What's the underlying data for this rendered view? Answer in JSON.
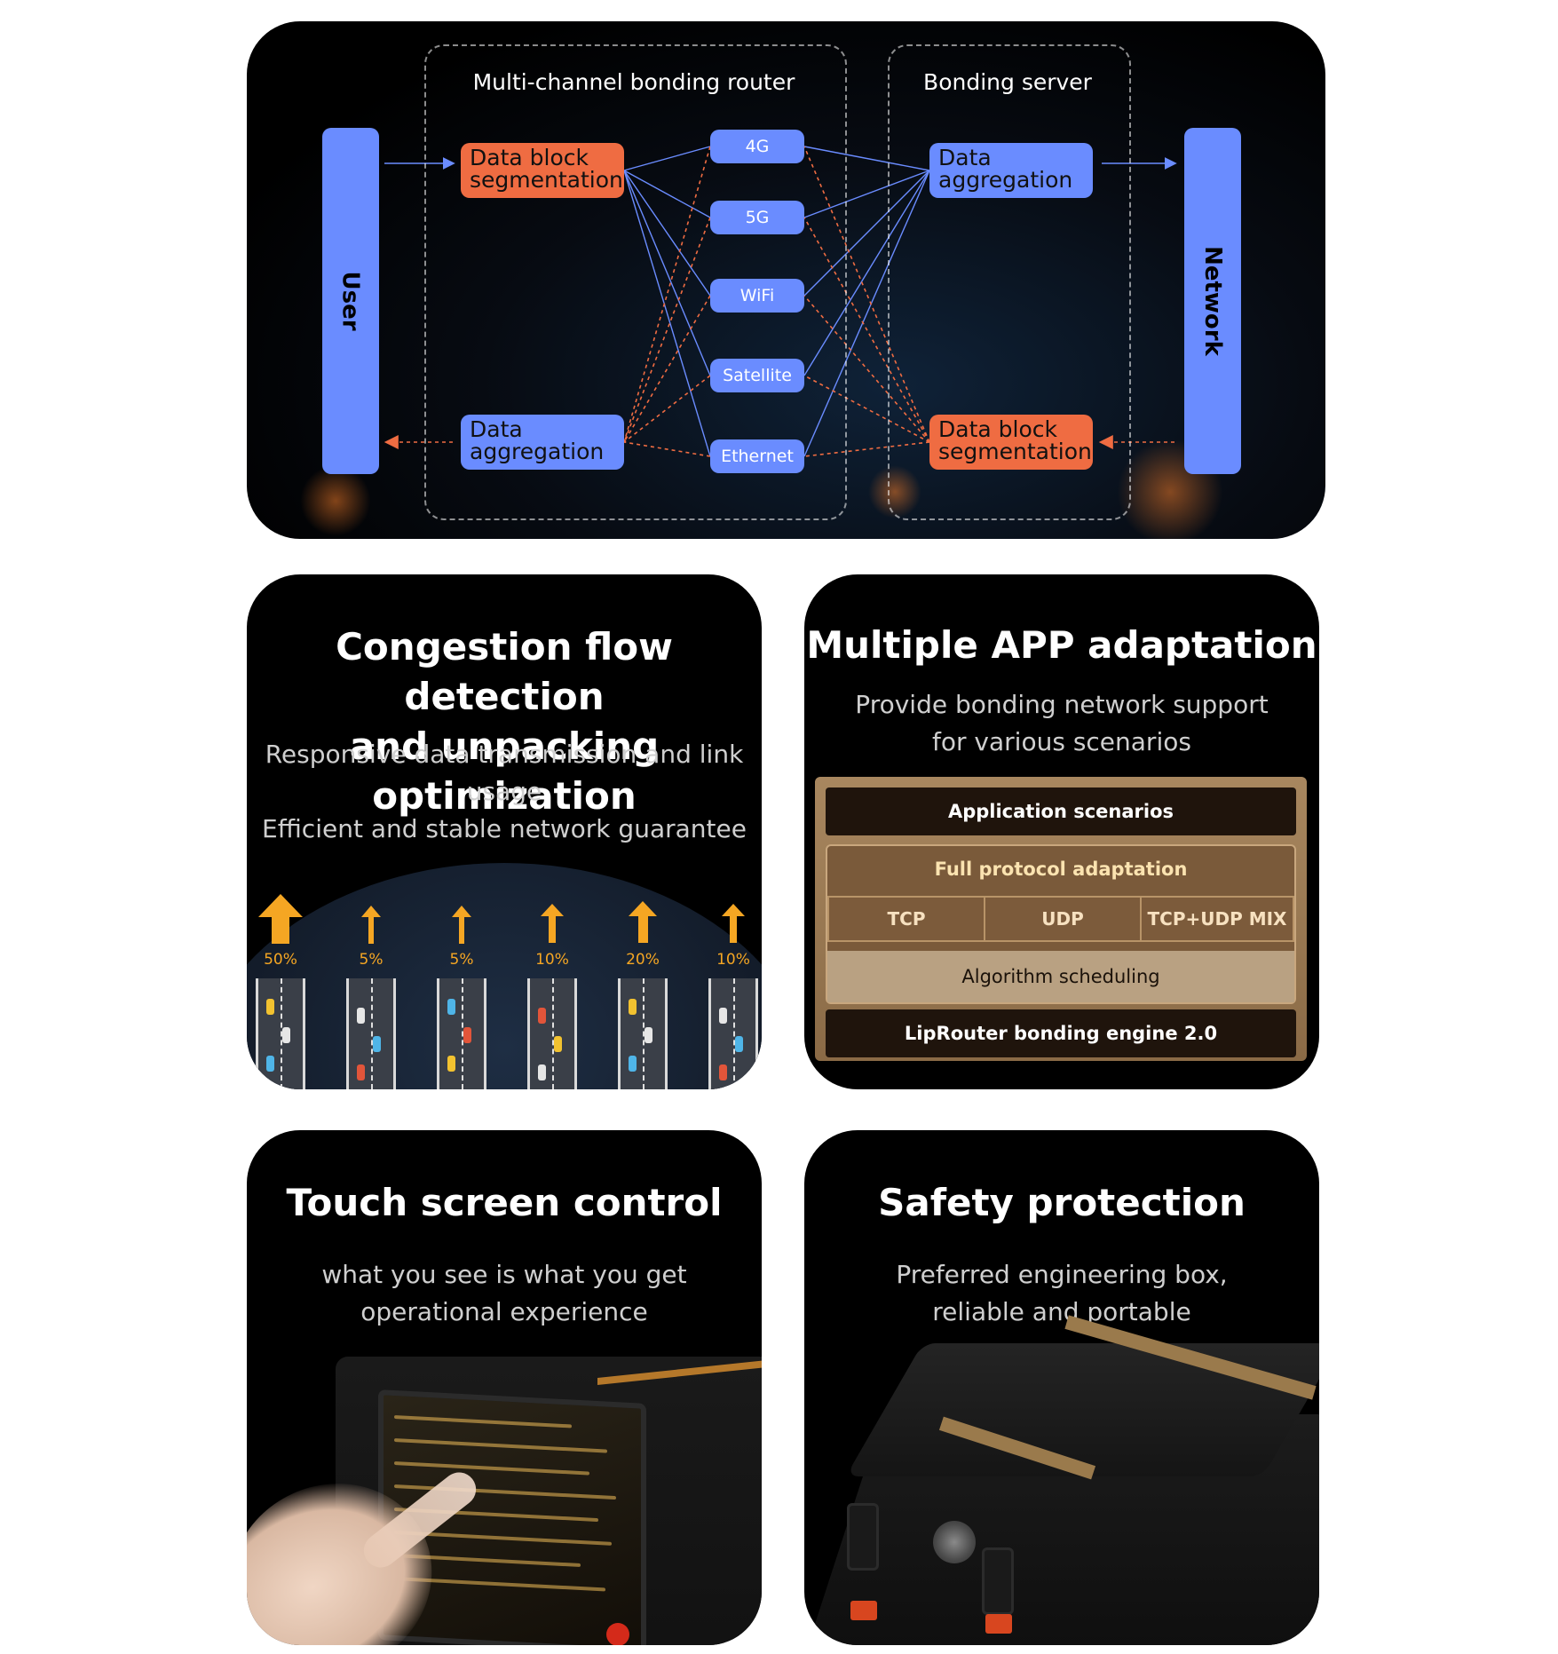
{
  "diagram": {
    "router_title": "Multi-channel bonding router",
    "server_title": "Bonding server",
    "user_label": "User",
    "network_label": "Network",
    "router_upper": [
      "Data block",
      "segmentation"
    ],
    "router_lower": [
      "Data",
      "aggregation"
    ],
    "server_upper": [
      "Data",
      "aggregation"
    ],
    "server_lower": [
      "Data block",
      "segmentation"
    ],
    "channels": [
      "4G",
      "5G",
      "WiFi",
      "Satellite",
      "Ethernet"
    ],
    "colors": {
      "blue": "#6a8cff",
      "orange": "#ef6c42"
    }
  },
  "congestion": {
    "title_lines": [
      "Congestion flow detection",
      "and unpacking optimization"
    ],
    "subtitle_lines": [
      "Responsive data transmission and link usage",
      "Efficient and stable network guarantee"
    ],
    "lanes": [
      {
        "percent": "50%",
        "share": 0.5
      },
      {
        "percent": "5%",
        "share": 0.05
      },
      {
        "percent": "5%",
        "share": 0.05
      },
      {
        "percent": "10%",
        "share": 0.1
      },
      {
        "percent": "20%",
        "share": 0.2
      },
      {
        "percent": "10%",
        "share": 0.1
      }
    ],
    "arrow_color": "#f5a623"
  },
  "apps": {
    "title": "Multiple APP adaptation",
    "subtitle_lines": [
      "Provide bonding network support",
      "for various scenarios"
    ],
    "application_scenarios": "Application scenarios",
    "full_protocol": "Full protocol adaptation",
    "protocols": [
      "TCP",
      "UDP",
      "TCP+UDP MIX"
    ],
    "algorithm": "Algorithm scheduling",
    "engine": "LipRouter bonding engine 2.0"
  },
  "touch": {
    "title": "Touch screen control",
    "subtitle_lines": [
      "what you see is what you get",
      "operational experience"
    ]
  },
  "safety": {
    "title": "Safety protection",
    "subtitle_lines": [
      "Preferred engineering box,",
      "reliable and portable"
    ]
  }
}
